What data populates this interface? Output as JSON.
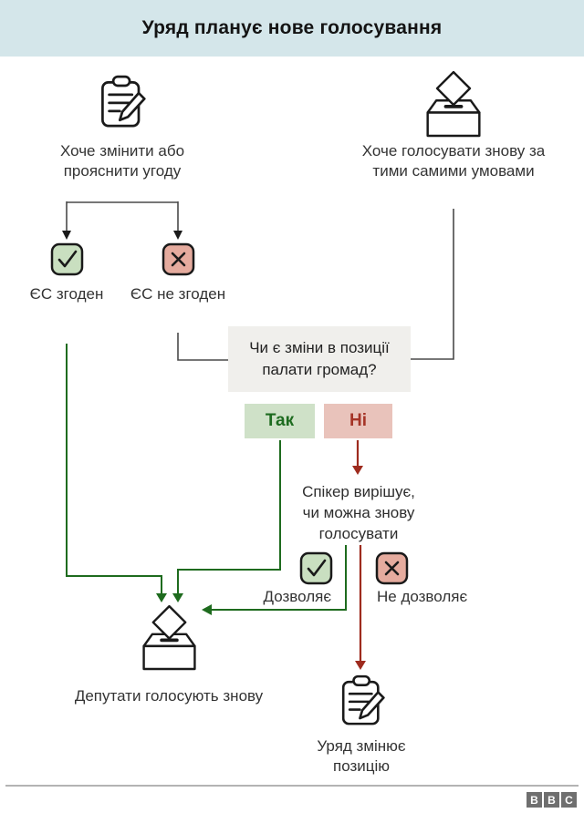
{
  "title": "Уряд планує нове голосування",
  "nodes": {
    "amend_deal": {
      "icon": "clipboard-edit-icon",
      "label": "Хоче змінити або\nпрояснити угоду"
    },
    "vote_again_same": {
      "icon": "ballot-box-icon",
      "label": "Хоче голосувати знову за\nтими самими умовами"
    },
    "eu_agrees": {
      "icon": "check-square-icon",
      "label": "ЄС згоден"
    },
    "eu_disagrees": {
      "icon": "cross-square-icon",
      "label": "ЄС не згоден"
    },
    "commons_question": {
      "label": "Чи є зміни в позиції\nпалати громад?"
    },
    "answer_yes": {
      "label": "Так"
    },
    "answer_no": {
      "label": "Ні"
    },
    "speaker_decides": {
      "label": "Спікер вирішує,\nчи можна знову\nголосувати"
    },
    "allows": {
      "icon": "check-square-icon",
      "label": "Дозволяє"
    },
    "not_allows": {
      "icon": "cross-square-icon",
      "label": "Не дозволяє"
    },
    "mps_vote_again": {
      "icon": "ballot-box-icon",
      "label": "Депутати голосують знову"
    },
    "gov_changes_position": {
      "icon": "clipboard-edit-icon",
      "label": "Уряд змінює\nпозицію"
    }
  },
  "footer": {
    "logo_letters": [
      "B",
      "B",
      "C"
    ]
  },
  "colors": {
    "header_bg": "#d4e6ea",
    "question_box_bg": "#f0efec",
    "yes_bg": "#cfe1c8",
    "yes_text": "#1d6b1f",
    "no_bg": "#e9c3bb",
    "no_text": "#a53427",
    "check_fill": "#c9dfc0",
    "cross_fill": "#e5ab9e",
    "line_green": "#1e6b1e",
    "line_red": "#9e2b1e",
    "line_gray": "#4a4a4a",
    "icon_stroke": "#1a1a1a",
    "bbc_gray": "#6f6f6f"
  }
}
